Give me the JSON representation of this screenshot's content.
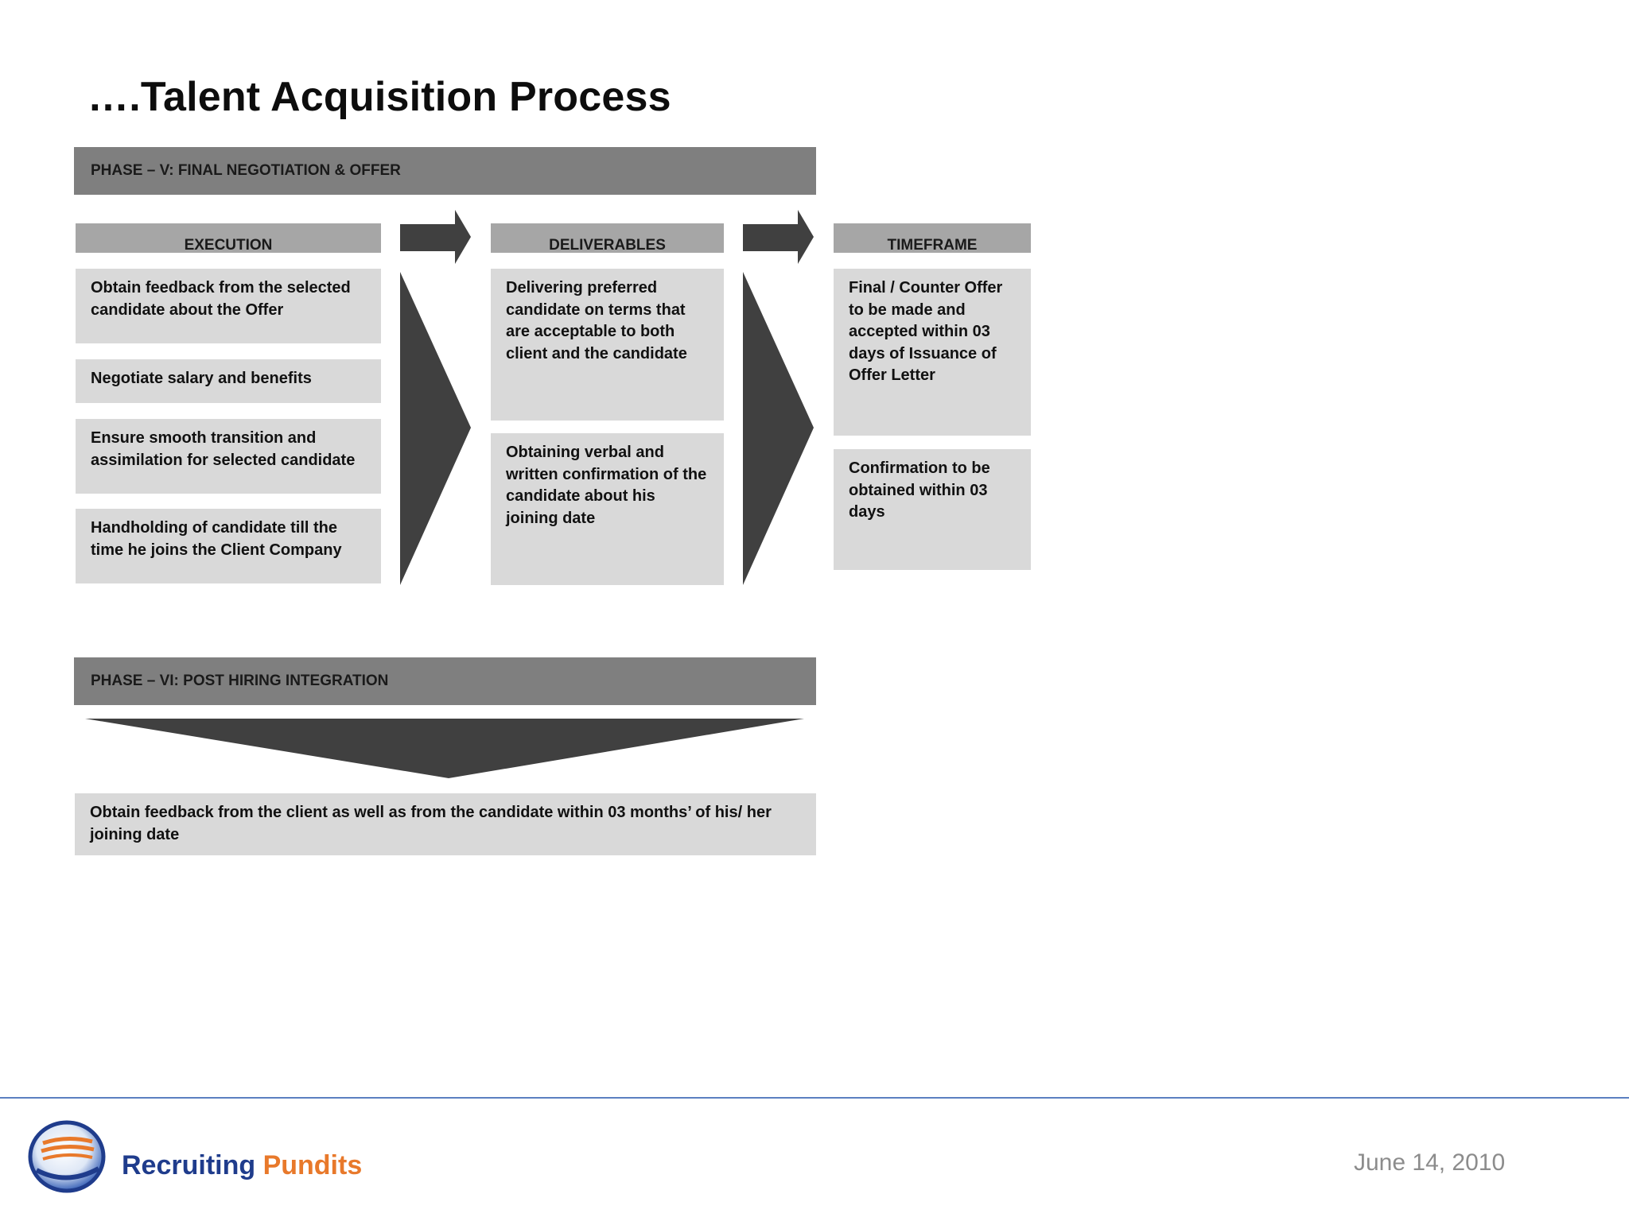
{
  "title": "….Talent Acquisition Process",
  "phase5": {
    "label": "PHASE – V: FINAL NEGOTIATION & OFFER",
    "execution": {
      "header": "EXECUTION",
      "items": [
        "Obtain feedback from the selected candidate about the Offer",
        "Negotiate salary and benefits",
        "Ensure smooth transition and assimilation for selected candidate",
        "Handholding of candidate till the time he joins the Client Company"
      ]
    },
    "deliverables": {
      "header": "DELIVERABLES",
      "items": [
        "Delivering preferred candidate on terms that are acceptable to both client and the candidate",
        "Obtaining verbal and written confirmation of the candidate about his joining date"
      ]
    },
    "timeframe": {
      "header": "TIMEFRAME",
      "items": [
        "Final / Counter Offer to be made and accepted within 03 days of Issuance of Offer Letter",
        "Confirmation to be obtained within 03 days"
      ]
    }
  },
  "phase6": {
    "label": "PHASE – VI: POST HIRING INTEGRATION",
    "item": "Obtain feedback from the client as well as from the candidate within 03 months’ of his/ her joining date"
  },
  "footer": {
    "logo_word1": "Recruiting",
    "logo_word2": "Pundits",
    "date": "June 14, 2010"
  },
  "colors": {
    "phase_bar": "#7f7f7f",
    "column_header": "#a6a6a6",
    "content_box": "#d9d9d9",
    "arrow": "#404040",
    "footer_rule": "#5b7fc1",
    "logo_blue": "#1f3c8c",
    "logo_orange": "#e8792b"
  }
}
